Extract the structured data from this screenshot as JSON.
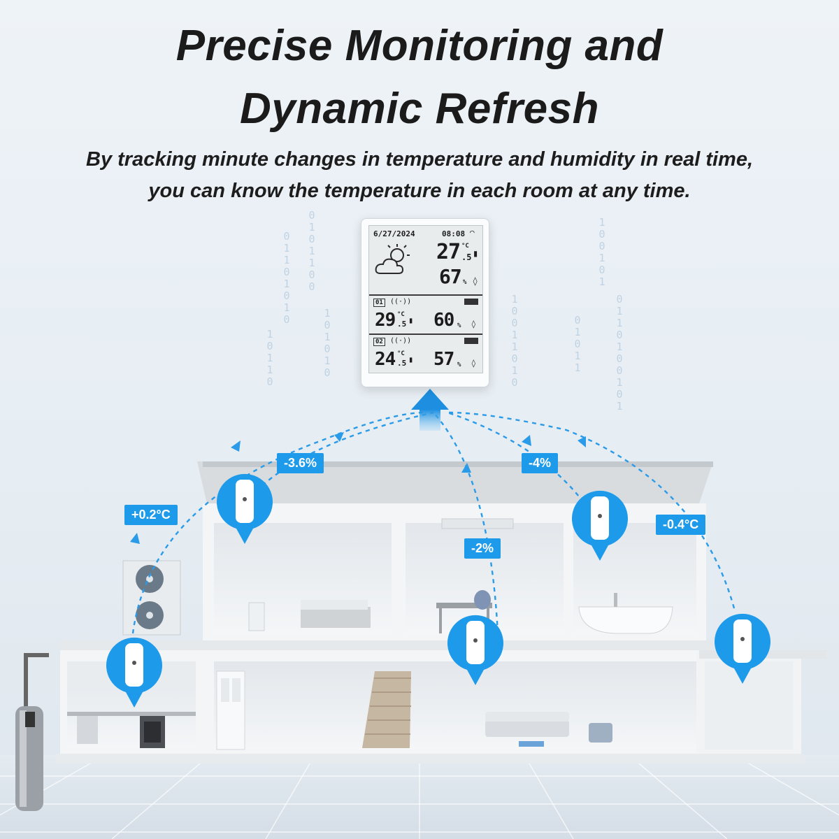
{
  "header": {
    "title_line1": "Precise Monitoring and",
    "title_line2": "Dynamic Refresh",
    "subtitle_line1": "By tracking minute changes in temperature and humidity in real time,",
    "subtitle_line2": "you can know the temperature in each room at any time."
  },
  "station": {
    "date": "6/27/2024",
    "clock": "08:08",
    "main": {
      "temp": "27",
      "temp_decimal": ".5",
      "temp_unit": "°C",
      "humidity": "67",
      "humidity_unit": "%"
    },
    "channel1": {
      "label": "01",
      "temp": "29",
      "temp_decimal": ".5",
      "temp_unit": "°C",
      "humidity": "60",
      "humidity_unit": "%"
    },
    "channel2": {
      "label": "02",
      "temp": "24",
      "temp_decimal": ".5",
      "temp_unit": "°C",
      "humidity": "57",
      "humidity_unit": "%"
    }
  },
  "badges": {
    "kitchen": "+0.2°C",
    "bedroom": "-3.6%",
    "living": "-2%",
    "bathroom": "-4%",
    "garage": "-0.4°C"
  },
  "colors": {
    "accent": "#1e9aea",
    "arc": "#2a9be8",
    "house_wall": "#f1f3f5",
    "house_roof": "#d6dadd"
  }
}
